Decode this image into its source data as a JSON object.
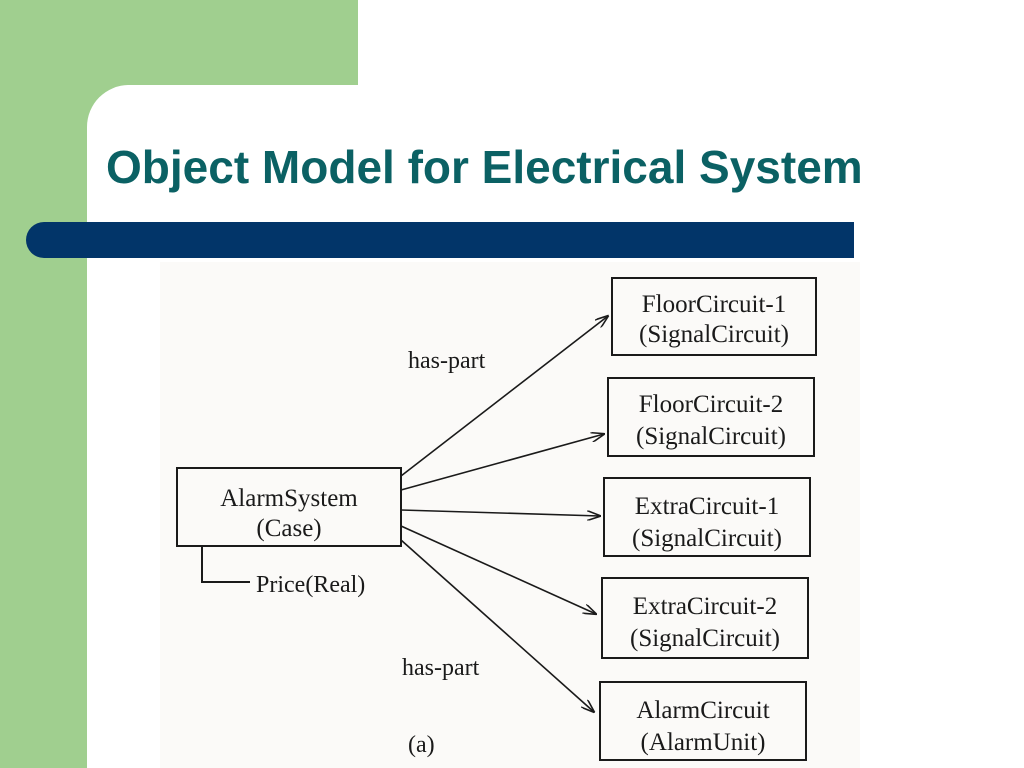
{
  "slide": {
    "title": "Object Model for Electrical System"
  },
  "colors": {
    "left_band": "#a0cf8f",
    "title": "#0b6164",
    "title_bar": "#023569"
  },
  "diagram": {
    "root": {
      "line1": "AlarmSystem",
      "line2": "(Case)"
    },
    "attribute": "Price(Real)",
    "edge_label_top": "has-part",
    "edge_label_bottom": "has-part",
    "caption": "(a)",
    "parts": [
      {
        "line1": "FloorCircuit-1",
        "line2": "(SignalCircuit)"
      },
      {
        "line1": "FloorCircuit-2",
        "line2": "(SignalCircuit)"
      },
      {
        "line1": "ExtraCircuit-1",
        "line2": "(SignalCircuit)"
      },
      {
        "line1": "ExtraCircuit-2",
        "line2": "(SignalCircuit)"
      },
      {
        "line1": "AlarmCircuit",
        "line2": "(AlarmUnit)"
      }
    ]
  }
}
